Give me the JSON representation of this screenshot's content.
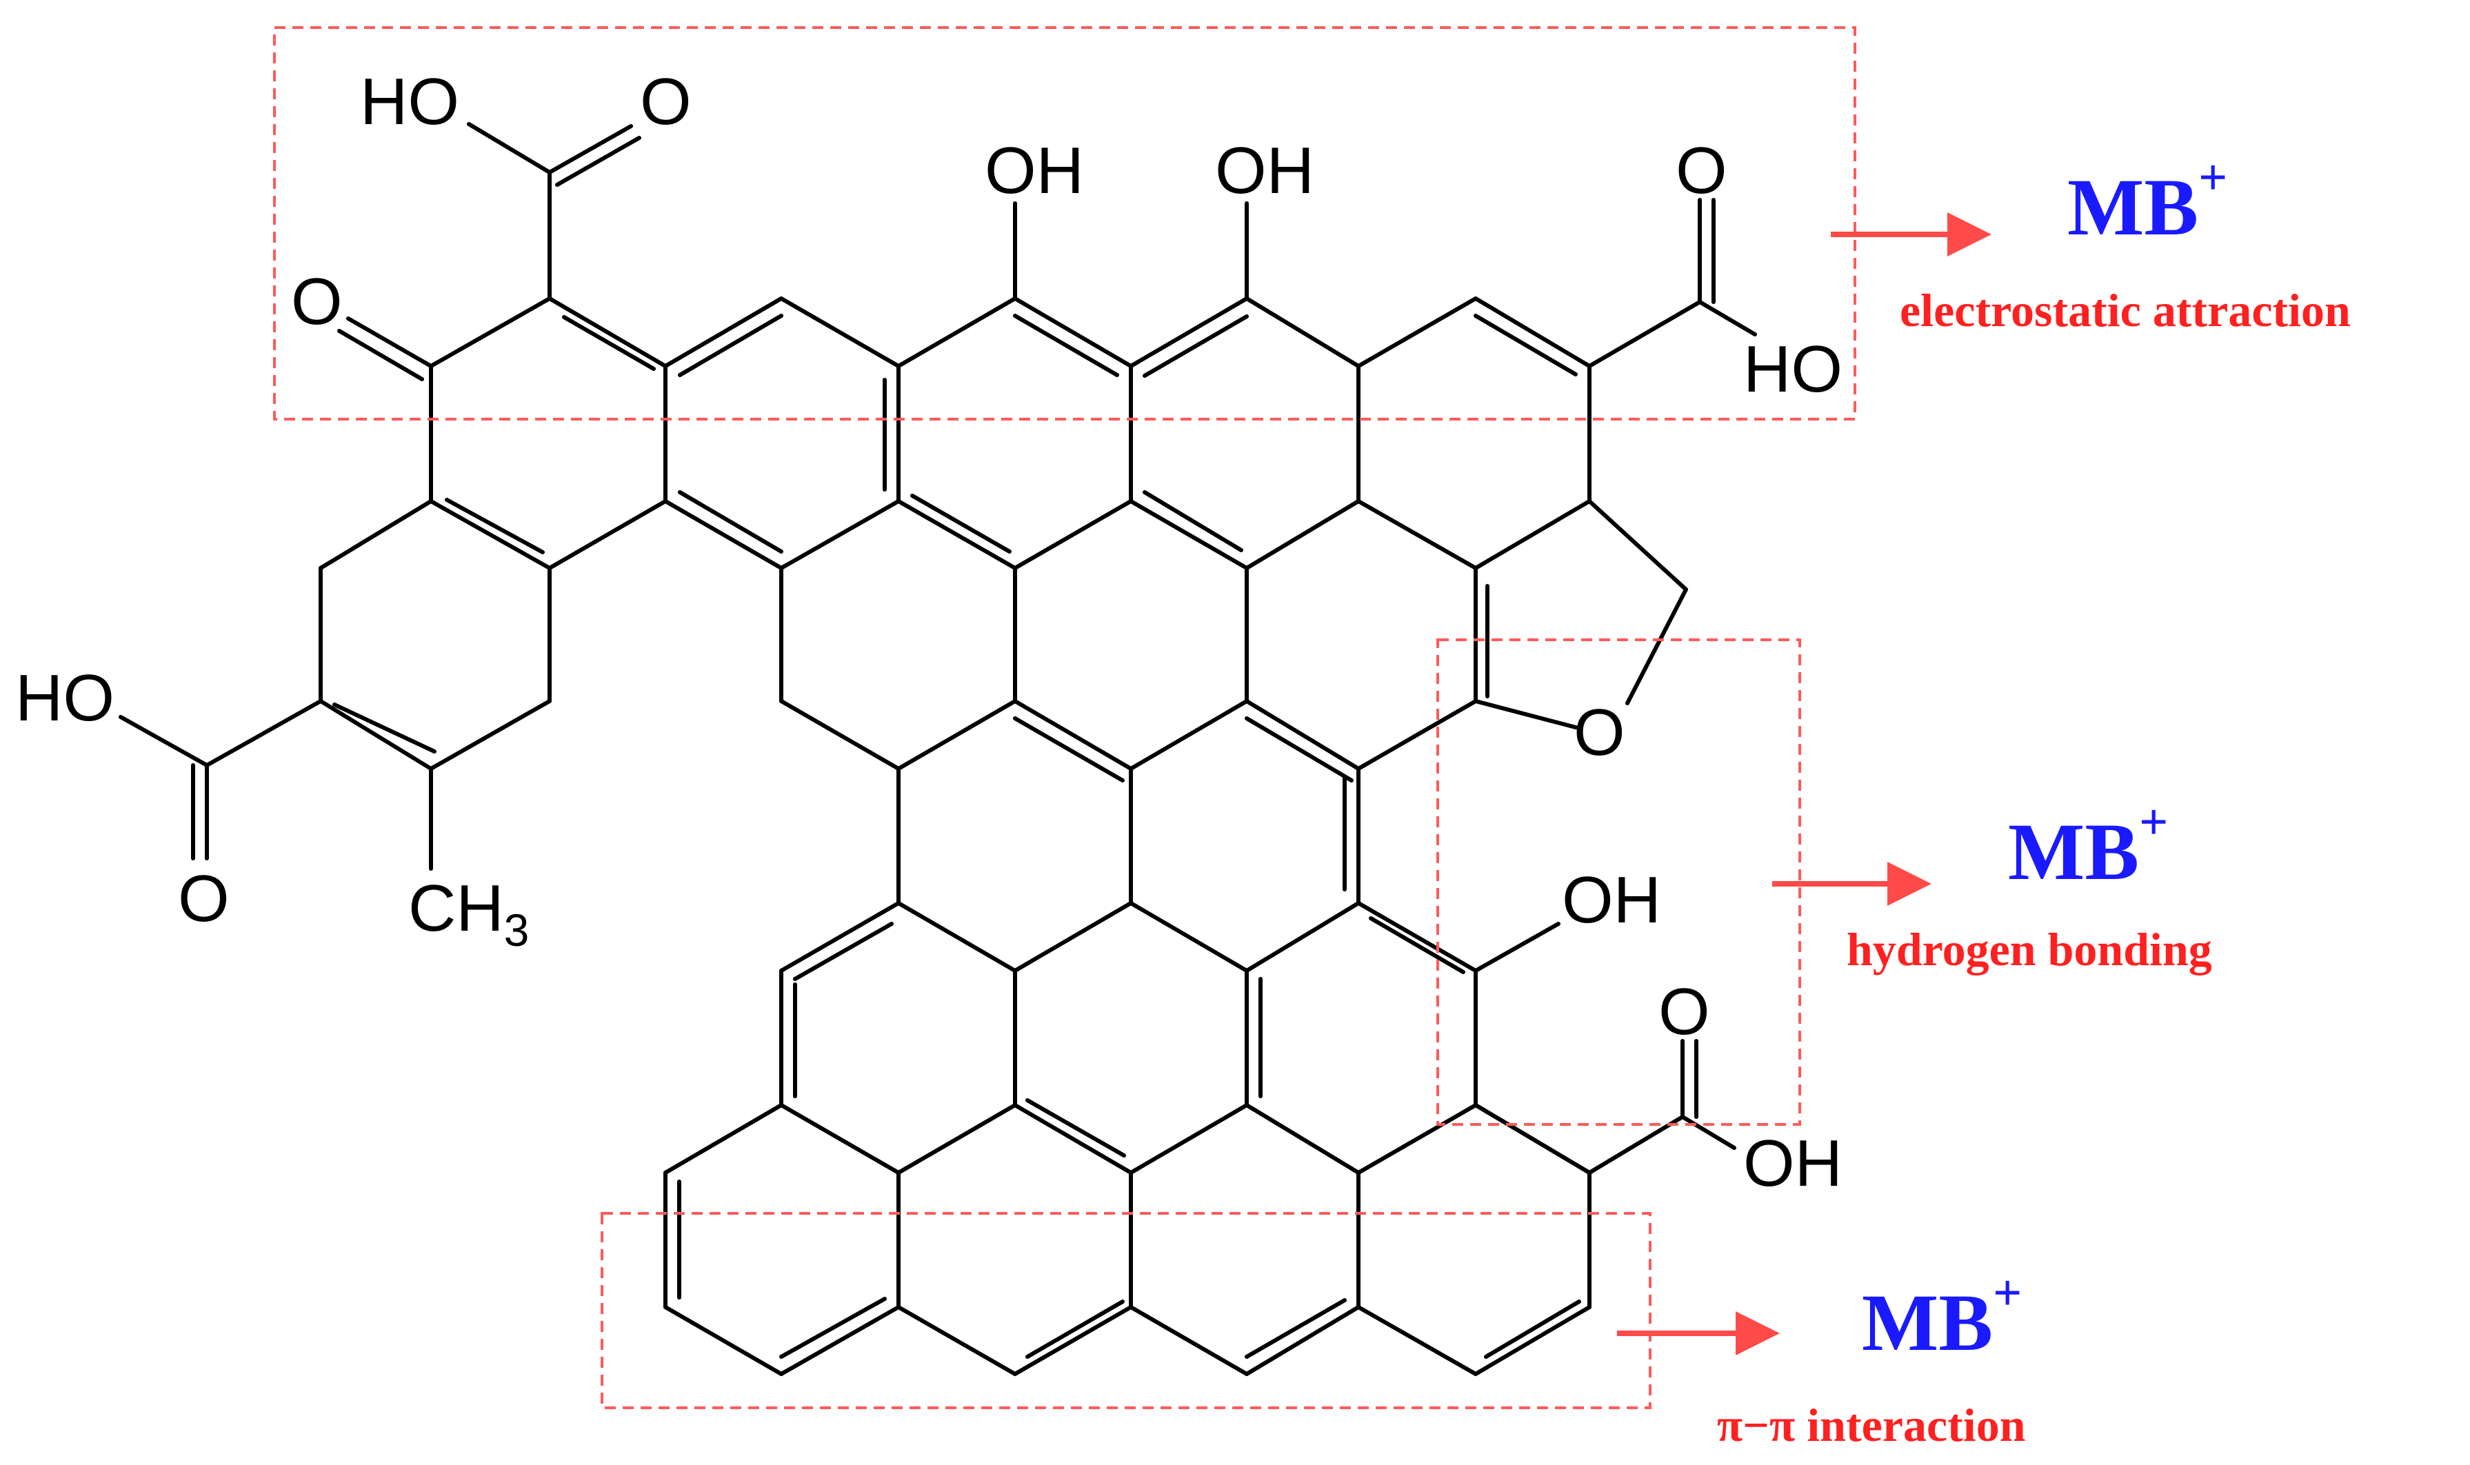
{
  "colors": {
    "bond": "#000000",
    "box": "#ff5a5a",
    "arrow": "#ff4a4a",
    "mb_label": "#1a1aff",
    "mechanism_label": "#ff2020"
  },
  "atom_labels": {
    "oh_top_left": "HO",
    "o_top_left_carbonyl": "O",
    "o_ketone": "O",
    "oh_top_1": "OH",
    "oh_top_2": "OH",
    "o_top_right": "O",
    "ho_top_right": "HO",
    "ho_left": "HO",
    "o_left_carbonyl": "O",
    "ch3_main": "CH",
    "ch3_sub": "3",
    "o_furan": "O",
    "oh_right": "OH",
    "o_bottom_right": "O",
    "oh_bottom_right": "OH"
  },
  "annotations": [
    {
      "id": "electrostatic",
      "mb": "MB",
      "charge": "+",
      "mechanism": "electrostatic attraction"
    },
    {
      "id": "hbond",
      "mb": "MB",
      "charge": "+",
      "mechanism": "hydrogen bonding"
    },
    {
      "id": "pipi",
      "mb": "MB",
      "charge": "+",
      "mechanism": "π−π interaction"
    }
  ]
}
